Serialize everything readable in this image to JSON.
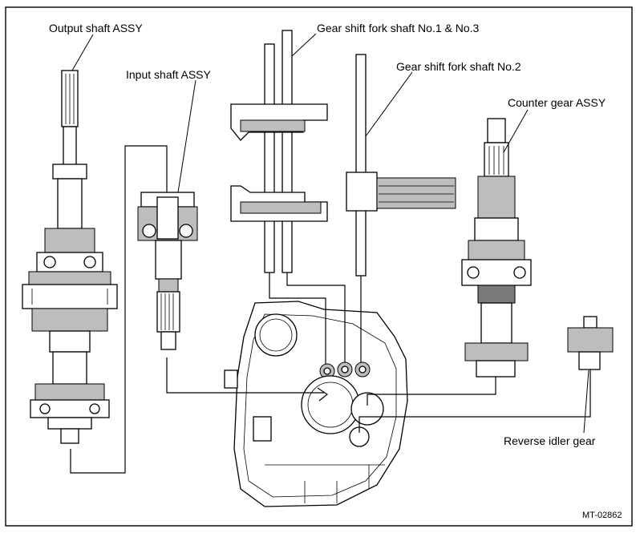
{
  "labels": {
    "output_shaft": "Output shaft ASSY",
    "input_shaft": "Input shaft ASSY",
    "fork_shaft_1_3": "Gear shift fork shaft No.1 & No.3",
    "fork_shaft_2": "Gear shift fork shaft No.2",
    "counter_gear": "Counter gear ASSY",
    "reverse_idler": "Reverse idler gear"
  },
  "figure_code": "MT-02862",
  "colors": {
    "line": "#000000",
    "background": "#ffffff",
    "shade": "#bdbdbd"
  }
}
